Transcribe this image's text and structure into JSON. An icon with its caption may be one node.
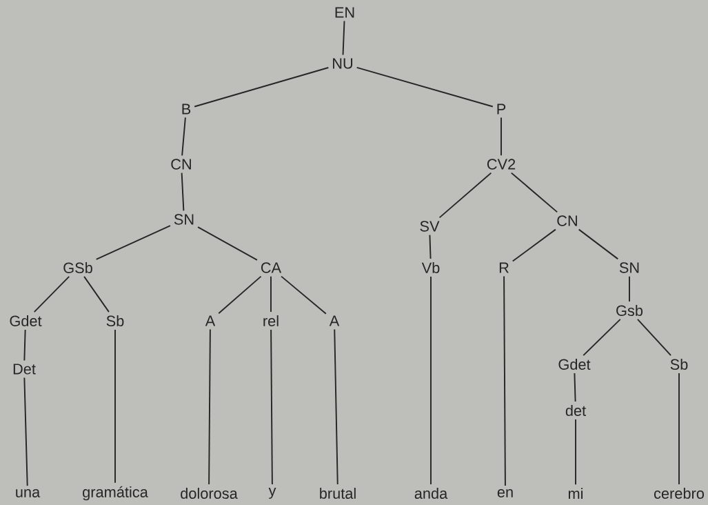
{
  "diagram": {
    "nodes": [
      {
        "text": [
          "EN"
        ]
      },
      {
        "text": [
          "NU"
        ]
      },
      {
        "text": [
          "B"
        ]
      },
      {
        "text": [
          "P"
        ]
      },
      {
        "text": [
          "CN"
        ]
      },
      {
        "text": [
          "CV2"
        ]
      },
      {
        "text": [
          "SN"
        ]
      },
      {
        "text": [
          "SV"
        ]
      },
      {
        "text": [
          "CN"
        ]
      },
      {
        "text": [
          "GSb"
        ]
      },
      {
        "text": [
          "CA"
        ]
      },
      {
        "text": [
          "Vb"
        ]
      },
      {
        "text": [
          "R"
        ]
      },
      {
        "text": [
          "SN"
        ]
      },
      {
        "text": [
          "Gdet"
        ]
      },
      {
        "text": [
          "Sb"
        ]
      },
      {
        "text": [
          "A"
        ]
      },
      {
        "text": [
          "rel"
        ]
      },
      {
        "text": [
          "A"
        ]
      },
      {
        "text": [
          "Gsb"
        ]
      },
      {
        "text": [
          "Det"
        ]
      },
      {
        "text": [
          "Gdet"
        ]
      },
      {
        "text": [
          "Sb"
        ]
      },
      {
        "text": [
          "det"
        ]
      },
      {
        "text": [
          "una"
        ]
      },
      {
        "text": [
          "gramática"
        ]
      },
      {
        "text": [
          "dolorosa"
        ]
      },
      {
        "text": [
          "y"
        ]
      },
      {
        "text": [
          "brutal"
        ]
      },
      {
        "text": [
          "anda"
        ]
      },
      {
        "text": [
          "en"
        ]
      },
      {
        "text": [
          "mi"
        ]
      },
      {
        "text": [
          "cerebro"
        ]
      }
    ],
    "edges": [
      {
        "from": 0,
        "to": 1,
        "arrow": "none"
      },
      {
        "from": 1,
        "to": 2,
        "arrow": "none"
      },
      {
        "from": 1,
        "to": 3,
        "arrow": "none"
      },
      {
        "from": 2,
        "to": 4,
        "arrow": "none"
      },
      {
        "from": 4,
        "to": 6,
        "arrow": "none"
      },
      {
        "from": 6,
        "to": 9,
        "arrow": "none"
      },
      {
        "from": 6,
        "to": 10,
        "arrow": "none"
      },
      {
        "from": 9,
        "to": 14,
        "arrow": "none"
      },
      {
        "from": 9,
        "to": 15,
        "arrow": "none"
      },
      {
        "from": 14,
        "to": 20,
        "arrow": "none"
      },
      {
        "from": 20,
        "to": 24,
        "arrow": "none"
      },
      {
        "from": 15,
        "to": 25,
        "arrow": "none"
      },
      {
        "from": 10,
        "to": 16,
        "arrow": "none"
      },
      {
        "from": 10,
        "to": 17,
        "arrow": "none"
      },
      {
        "from": 10,
        "to": 18,
        "arrow": "none"
      },
      {
        "from": 16,
        "to": 26,
        "arrow": "none"
      },
      {
        "from": 17,
        "to": 27,
        "arrow": "none"
      },
      {
        "from": 18,
        "to": 28,
        "arrow": "none"
      },
      {
        "from": 3,
        "to": 5,
        "arrow": "none"
      },
      {
        "from": 5,
        "to": 7,
        "arrow": "none"
      },
      {
        "from": 5,
        "to": 8,
        "arrow": "none"
      },
      {
        "from": 7,
        "to": 11,
        "arrow": "none"
      },
      {
        "from": 11,
        "to": 29,
        "arrow": "none"
      },
      {
        "from": 8,
        "to": 12,
        "arrow": "none"
      },
      {
        "from": 8,
        "to": 13,
        "arrow": "none"
      },
      {
        "from": 12,
        "to": 30,
        "arrow": "none"
      },
      {
        "from": 13,
        "to": 19,
        "arrow": "none"
      },
      {
        "from": 19,
        "to": 21,
        "arrow": "none"
      },
      {
        "from": 19,
        "to": 22,
        "arrow": "none"
      },
      {
        "from": 21,
        "to": 23,
        "arrow": "none"
      },
      {
        "from": 23,
        "to": 31,
        "arrow": "none"
      },
      {
        "from": 22,
        "to": 32,
        "arrow": "none"
      }
    ]
  }
}
